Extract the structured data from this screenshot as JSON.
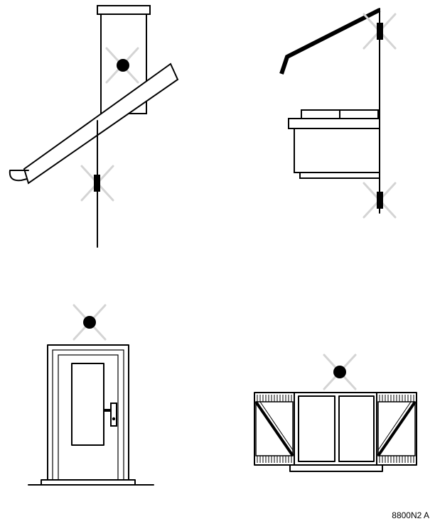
{
  "figure_code": "8800N2 A",
  "colors": {
    "line": "#000000",
    "avoid_mark": "#d4d4d4",
    "background": "#ffffff"
  },
  "scenes": [
    {
      "name": "chimney-roof-gutter",
      "marks": [
        "x-circle",
        "x-bracket"
      ]
    },
    {
      "name": "eave-window-wall",
      "marks": [
        "x-bracket",
        "x-bracket"
      ]
    },
    {
      "name": "door",
      "marks": [
        "x-circle"
      ]
    },
    {
      "name": "shuttered-window",
      "marks": [
        "x-circle"
      ]
    }
  ]
}
